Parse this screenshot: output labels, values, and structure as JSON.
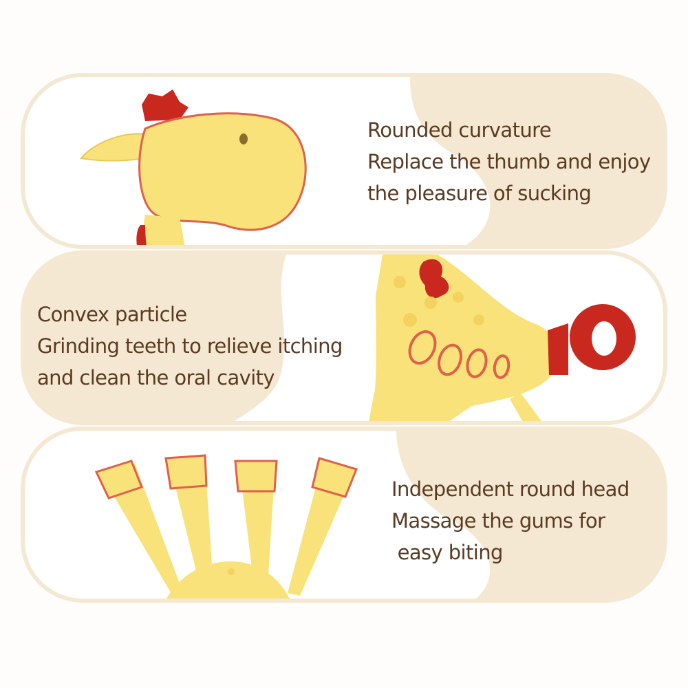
{
  "panels": [
    {
      "lines": [
        "Rounded curvature",
        "Replace the thumb and enjoy",
        "the pleasure of sucking"
      ]
    },
    {
      "lines": [
        "Convex particle",
        "Grinding teeth to relieve itching",
        "and clean the oral cavity"
      ]
    },
    {
      "lines": [
        "Independent round head",
        "Massage the gums for",
        " easy biting"
      ]
    }
  ],
  "colors": {
    "beige": "#f5e8d2",
    "toy_yellow": "#f9e27a",
    "toy_red": "#c8281e",
    "outline_red": "#e0604a",
    "text": "#5a3a22"
  }
}
